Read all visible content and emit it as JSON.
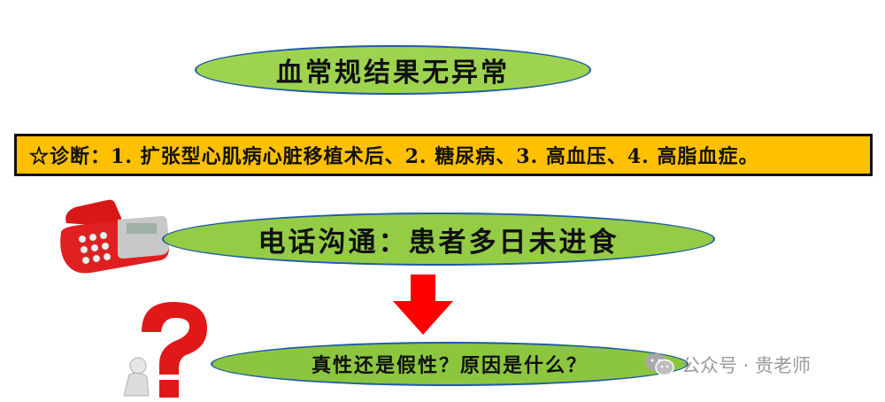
{
  "title_bubble": "血常规结果无异常",
  "diagnosis": "☆诊断：1. 扩张型心肌病心脏移植术后、2. 糖尿病、3. 高血压、4. 高脂血症。",
  "phone_bubble": "电话沟通：患者多日未进食",
  "question_bubble": "真性还是假性？原因是什么？",
  "watermark": {
    "text": "公众号 · 贵老师",
    "icon": "wechat-icon"
  },
  "icons": {
    "phone": "telephone-icon",
    "question": "question-mark-icon",
    "arrow": "down-arrow-icon"
  },
  "colors": {
    "bubble_green": "#9ed34f",
    "banner_yellow": "#ffc000",
    "arrow_red": "#ff0000",
    "bubble_border": "#1e5aa8"
  }
}
